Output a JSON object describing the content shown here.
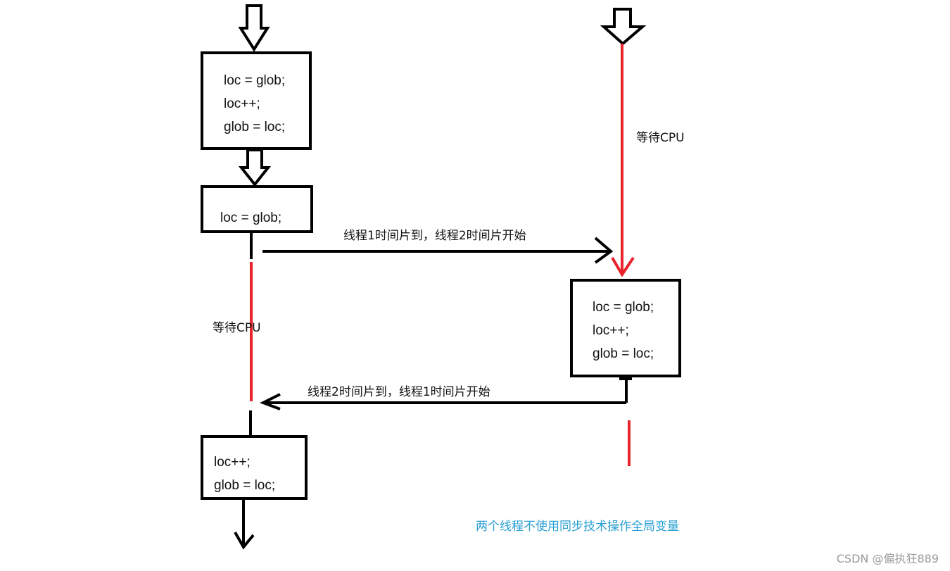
{
  "colors": {
    "stroke": "#000000",
    "red": "#e8232c",
    "caption": "#2aa0d4",
    "watermark": "#9a9a9a"
  },
  "thread1": {
    "block1": [
      "loc = glob;",
      "loc++;",
      "glob = loc;"
    ],
    "block2": [
      "loc = glob;"
    ],
    "block3": [
      "loc++;",
      "glob = loc;"
    ],
    "wait_label": "等待CPU"
  },
  "thread2": {
    "block1": [
      "loc = glob;",
      "loc++;",
      "glob = loc;"
    ],
    "wait_label": "等待CPU"
  },
  "switches": {
    "to_thread2": "线程1时间片到，线程2时间片开始",
    "to_thread1": "线程2时间片到，线程1时间片开始"
  },
  "caption": "两个线程不使用同步技术操作全局变量",
  "watermark": "CSDN @偏执狂889"
}
